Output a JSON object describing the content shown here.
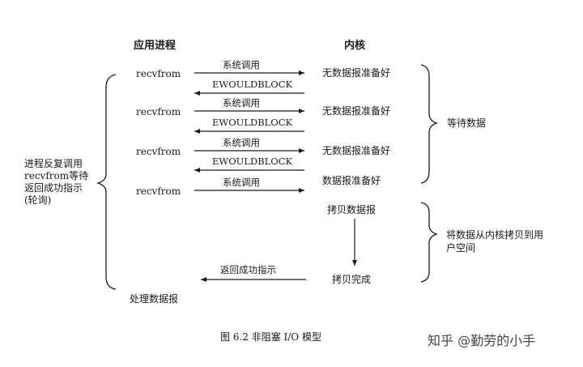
{
  "headers": {
    "app": "应用进程",
    "kernel": "内核"
  },
  "left_note": [
    "进程反复调用",
    "recvfrom等待",
    "返回成功指示",
    "(轮询)"
  ],
  "rows": [
    {
      "call": "recvfrom",
      "request": "系统调用",
      "reply": "EWOULDBLOCK",
      "kernel_state": "无数据报准备好"
    },
    {
      "call": "recvfrom",
      "request": "系统调用",
      "reply": "EWOULDBLOCK",
      "kernel_state": "无数据报准备好"
    },
    {
      "call": "recvfrom",
      "request": "系统调用",
      "reply": "EWOULDBLOCK",
      "kernel_state": "无数据报准备好"
    },
    {
      "call": "recvfrom",
      "request": "系统调用",
      "reply": "",
      "kernel_state": "数据报准备好"
    }
  ],
  "copy_start": "拷贝数据报",
  "copy_done": "拷贝完成",
  "return_label": "返回成功指示",
  "process_label": "处理数据报",
  "phases": {
    "wait": "等待数据",
    "copy": "将数据从内核拷贝到用户空间"
  },
  "caption": "图 6.2  非阻塞 I/O 模型",
  "watermark": "知乎 @勤劳的小手"
}
